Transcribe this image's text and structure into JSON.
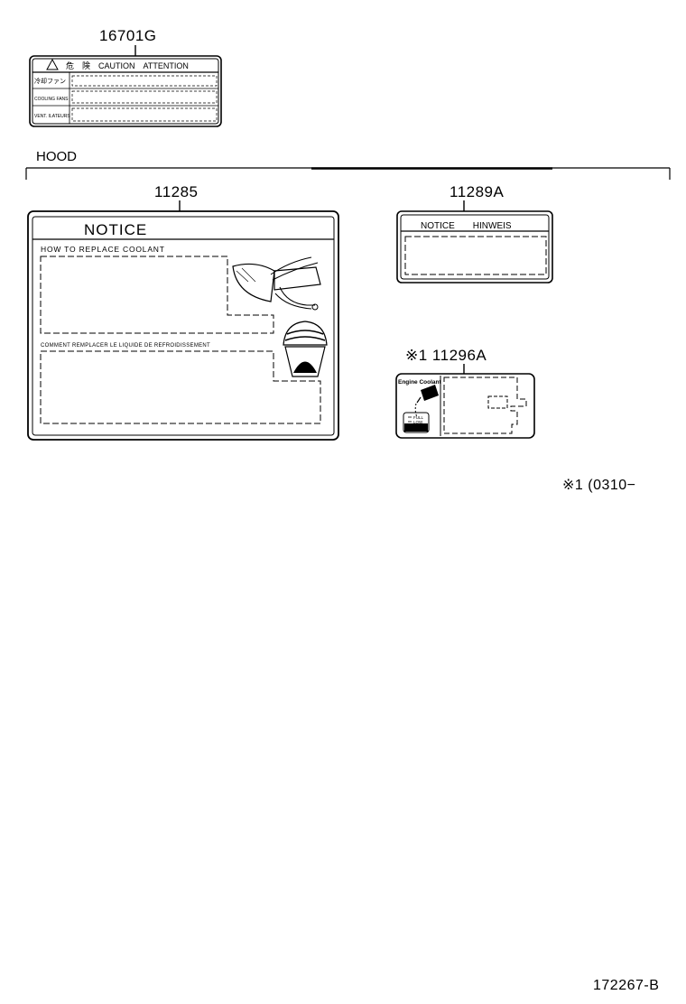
{
  "parts": {
    "p16701g": "16701G",
    "p11285": "11285",
    "p11289a": "11289A",
    "p11296a": "※1 11296A"
  },
  "hood_label": "HOOD",
  "label_16701g": {
    "header": "危　険　CAUTION　ATTENTION",
    "row1": "冷却ファン",
    "row2": "COOLING FANS",
    "row3": "VENT. ILATEURS"
  },
  "label_11285": {
    "title": "NOTICE",
    "section1": "HOW TO REPLACE COOLANT",
    "section2": "COMMENT REMPLACER LE LIQUIDE DE REFROIDISSEMENT"
  },
  "label_11289a": {
    "header": "NOTICE　　HINWEIS"
  },
  "label_11296a": {
    "title": "Engine Coolant",
    "full": "FULL",
    "low": "LOW"
  },
  "footnote": "※1 (0310−",
  "diagram_id": "172267-B"
}
